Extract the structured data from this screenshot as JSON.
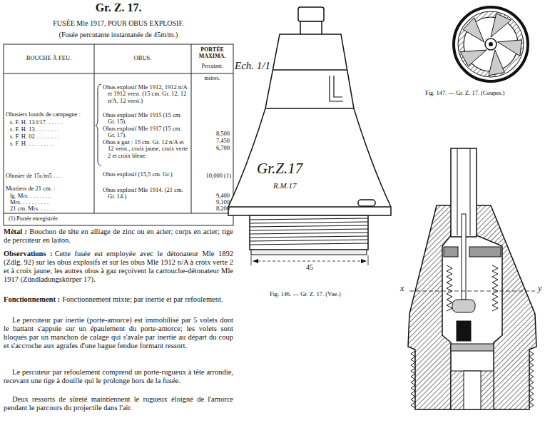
{
  "diagram": {
    "title": "Gr. Z. 17.",
    "labels": [
      "FUSÉE Mle 1917, POUR OBUS EXPLOSIF.",
      "(Fusée percutante instantanée de 45m/m.)",
      "BOUCHE À FEU.",
      "OBUS.",
      "PORTÉE MAXIMA.",
      "Percutant.",
      "mètres.",
      "Obusiers lourds de campagne :",
      "s. F. H. 13 l/17. . . . . .",
      "s. F. H. 13 . . . . . . . .",
      "s. F. H. 02 . . . . . . . .",
      "s. F. H. . . . . . . . . .",
      "Obus explosif Mle 1912, 1912 n/A et 1912 verst. (15 cm. Gr. 12, 12 n/A, 12 verst.)",
      "Obus explosif Mle 1915 (15 cm. Gr. 15).",
      "Obus explosif Mle 1917 (15 cm. Gr. 17).",
      "Obus à gaz : 15 cm. Gr. 12 n/A et 12 verst., croix jaune, croix verte 2 et croix bleue.",
      "8,500",
      "7,450",
      "6,700",
      "Obusier de 15c/m5 . . .",
      "Obus explosif (15,5 cm. Gr.)",
      "10,000 (1)",
      "Mortiers de 21 cm. :",
      "lg. Mrs. . . . . . . .",
      "Mrs. . . . . . . . . .",
      "21 cm. Mrs. . . . . .",
      "Obus explosif Mle 1914. (21 cm. Gr. 14.)",
      "9,400",
      "9,100",
      "8,200",
      "(1) Portée enregistrée.",
      "Métal :",
      "Bouchon de tête en alliage de zinc ou en acier; corps en acier; tige de percuteur en laiton.",
      "Observations :",
      "Cette fusée est employée avec le détonateur Mle 1892 (Zdlg. 92) sur les obus explosifs et sur les obus Mle 1912 n/A à croix verte 2 et à croix jaune; les autres obus à gaz reçoivent la cartouche-détonateur Mle 1917 (Zündladungskörper 17).",
      "Fonctionnement :",
      "Fonctionnement mixte; par inertie et par refoulement.",
      "Le percuteur par inertie (porte-amorce) est immobilisé par 5 volets dont le battant s'appuie sur un épaulement du porte-amorce; les volets sont bloqués par un manchon de calage qui s'avale par inertie au départ du coup et s'accroche aux agrafes d'une bague fendue formant ressort.",
      "Le percuteur par refoulement comprend un porte-rugueux à tête arrondie, recevant une tige à douille qui le prolonge hors de la fusée.",
      "Deux ressorts de sûreté maintiennent le rugueux éloigné de l'amorce pendant le parcours du projectile dans l'air.",
      "Ech. 1/1",
      "Gr.Z.17",
      "R.M.17",
      "45",
      "Fig. 146. — Gr. Z. 17. (Vue.)",
      "Fig. 147. — Gr. Z. 17. (Coupes.)",
      "x",
      "y"
    ]
  }
}
